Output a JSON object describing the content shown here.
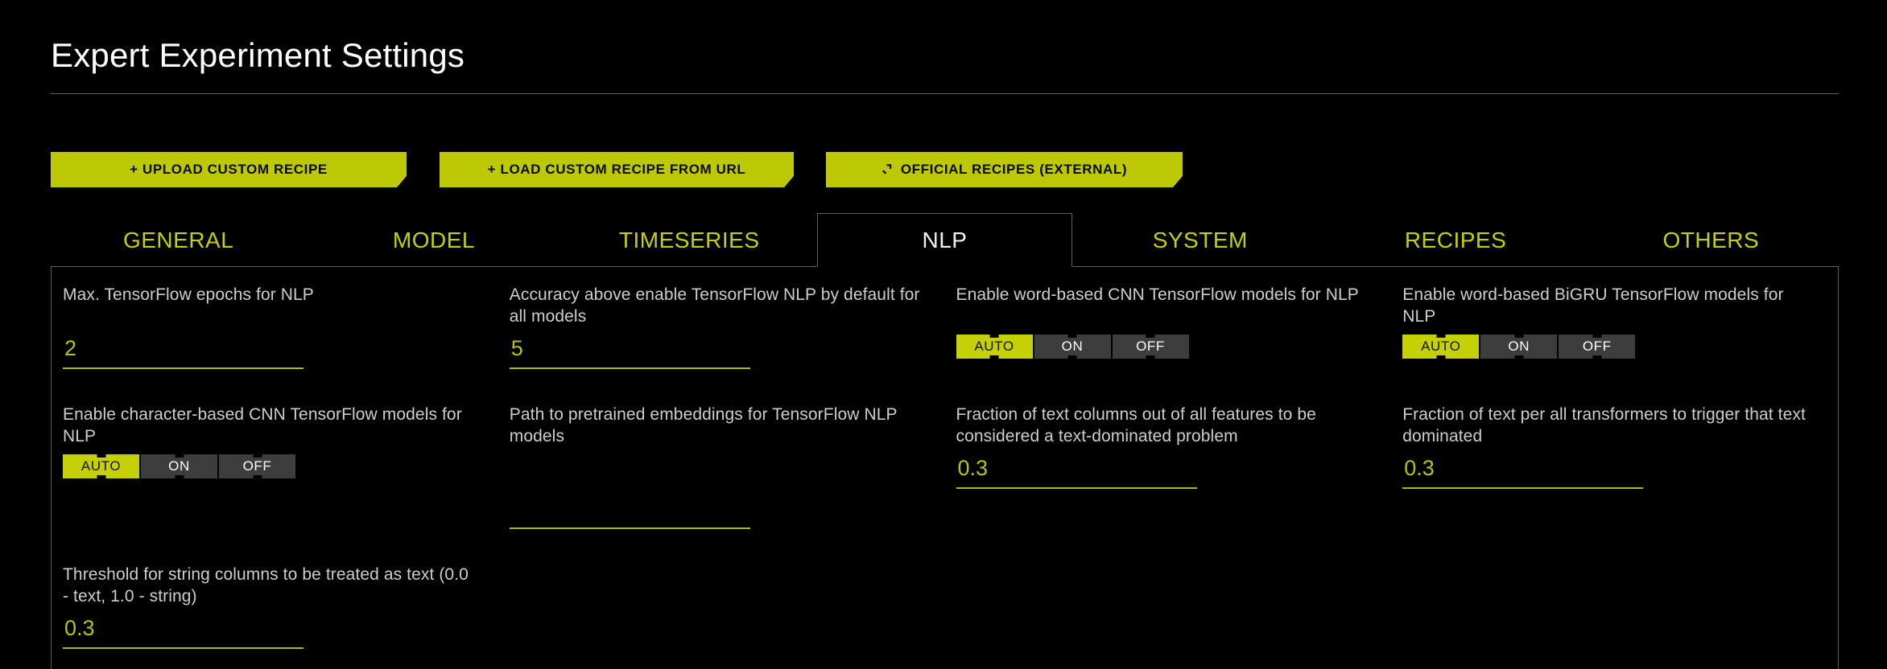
{
  "header": {
    "title": "Expert Experiment Settings"
  },
  "recipe_buttons": [
    {
      "label": "+ UPLOAD CUSTOM RECIPE",
      "icon": ""
    },
    {
      "label": "+ LOAD CUSTOM RECIPE FROM URL",
      "icon": ""
    },
    {
      "label": "OFFICIAL RECIPES (EXTERNAL)",
      "icon": "external-link-arrow"
    }
  ],
  "tabs": [
    {
      "label": "GENERAL",
      "active": false
    },
    {
      "label": "MODEL",
      "active": false
    },
    {
      "label": "TIMESERIES",
      "active": false
    },
    {
      "label": "NLP",
      "active": true
    },
    {
      "label": "SYSTEM",
      "active": false
    },
    {
      "label": "RECIPES",
      "active": false
    },
    {
      "label": "OTHERS",
      "active": false
    }
  ],
  "colors": {
    "accent": "#bdc904",
    "accent_text": "#b8c206",
    "background": "#000000",
    "border": "#5e5e5e",
    "label_text": "#cdcdcd",
    "segment_off": "#3d3d3d"
  },
  "fields": {
    "max_tf_epochs": {
      "label": "Max. TensorFlow epochs for NLP",
      "value": "2",
      "placeholder": ""
    },
    "accuracy_above_enable": {
      "label": "Accuracy above enable TensorFlow NLP by default for all models",
      "value": "5",
      "placeholder": ""
    },
    "word_cnn": {
      "label": "Enable word-based CNN TensorFlow models for NLP",
      "options": [
        "AUTO",
        "ON",
        "OFF"
      ],
      "selected": "AUTO"
    },
    "word_bigru": {
      "label": "Enable word-based BiGRU TensorFlow models for NLP",
      "options": [
        "AUTO",
        "ON",
        "OFF"
      ],
      "selected": "AUTO"
    },
    "char_cnn": {
      "label": "Enable character-based CNN TensorFlow models for NLP",
      "options": [
        "AUTO",
        "ON",
        "OFF"
      ],
      "selected": "AUTO"
    },
    "pretrained_path": {
      "label": "Path to pretrained embeddings for TensorFlow NLP models",
      "value": "",
      "placeholder": ""
    },
    "fraction_text_columns": {
      "label": "Fraction of text columns out of all features to be considered a text-dominated problem",
      "value": "0.3",
      "placeholder": ""
    },
    "fraction_text_transformers": {
      "label": "Fraction of text per all transformers to trigger that text dominated",
      "value": "0.3",
      "placeholder": ""
    },
    "string_threshold": {
      "label": "Threshold for string columns to be treated as text (0.0 - text, 1.0 - string)",
      "value": "0.3",
      "placeholder": ""
    }
  }
}
